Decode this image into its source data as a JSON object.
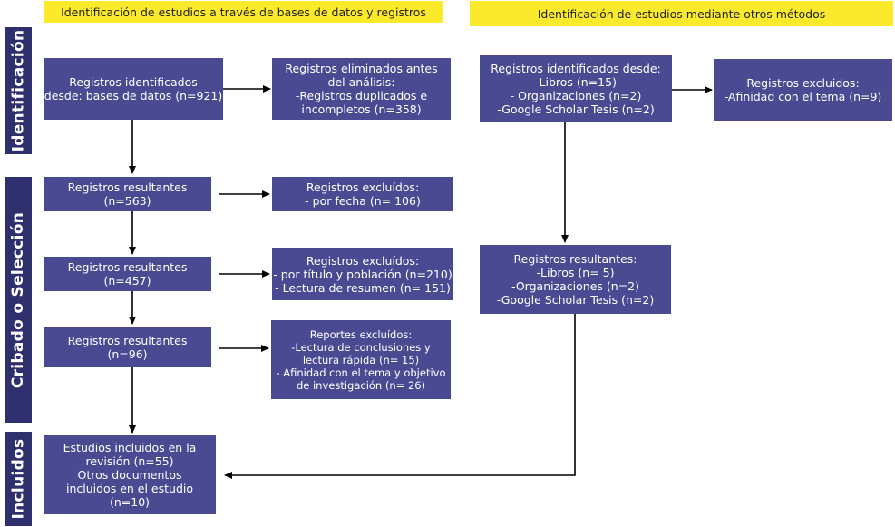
{
  "headers": {
    "left": "Identificación de estudios a través de bases de datos y registros",
    "right": "Identificación de estudios mediante otros métodos"
  },
  "phases": {
    "identificacion": "Identificación",
    "cribado": "Cribado o Selección",
    "incluidos": "Incluidos"
  },
  "boxes": {
    "db_identified": [
      "Registros identificados",
      "desde: bases de datos (n=921)"
    ],
    "db_removed": [
      "Registros eliminados antes",
      "del análisis:",
      "-Registros duplicados e",
      "incompletos (n=358)"
    ],
    "other_identified": [
      "Registros identificados desde:",
      "-Libros (n=15)",
      "- Organizaciones (n=2)",
      "-Google Scholar Tesis (n=2)"
    ],
    "other_excluded": [
      "Registros excluidos:",
      "-Afinidad con el tema (n=9)"
    ],
    "result1": [
      "Registros resultantes",
      "(n=563)"
    ],
    "excl1": [
      "Registros excluídos:",
      "- por fecha (n= 106)"
    ],
    "result2": [
      "Registros resultantes",
      "(n=457)"
    ],
    "excl2": [
      "Registros excluídos:",
      "- por título y población (n=210)",
      "- Lectura de resumen (n= 151)"
    ],
    "result3": [
      "Registros resultantes",
      "(n=96)"
    ],
    "excl3": [
      "Reportes excluídos:",
      "-Lectura de conclusiones y",
      "lectura rápida (n= 15)",
      "- Afinidad con el tema y objetivo",
      "de investigación (n= 26)"
    ],
    "other_result": [
      "Registros resultantes:",
      "-Libros (n= 5)",
      "-Organizaciones (n=2)",
      "-Google Scholar Tesis (n=2)"
    ],
    "included": [
      "Estudios incluidos en la",
      "revisión (n=55)",
      "Otros documentos",
      "incluidos en el estudio",
      "(n=10)"
    ]
  },
  "colors": {
    "header_bg": "#fbea2b",
    "phase_bg": "#2f2f6e",
    "box_bg": "#4a4a93",
    "arrow": "#000000"
  }
}
